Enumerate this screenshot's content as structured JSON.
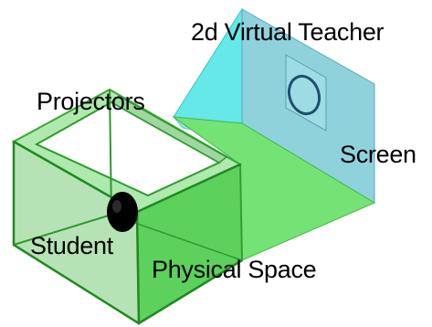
{
  "labels": {
    "virtual_teacher": "2d Virtual Teacher",
    "projectors": "Projectors",
    "screen": "Screen",
    "student": "Student",
    "physical_space": "Physical Space"
  },
  "colors": {
    "projection_cone": "#5fe6e6",
    "screen_panel": "#88cdd8",
    "physical_space_box": "#5cd35c",
    "box_edge": "#36a336",
    "student_marker": "#000000"
  }
}
